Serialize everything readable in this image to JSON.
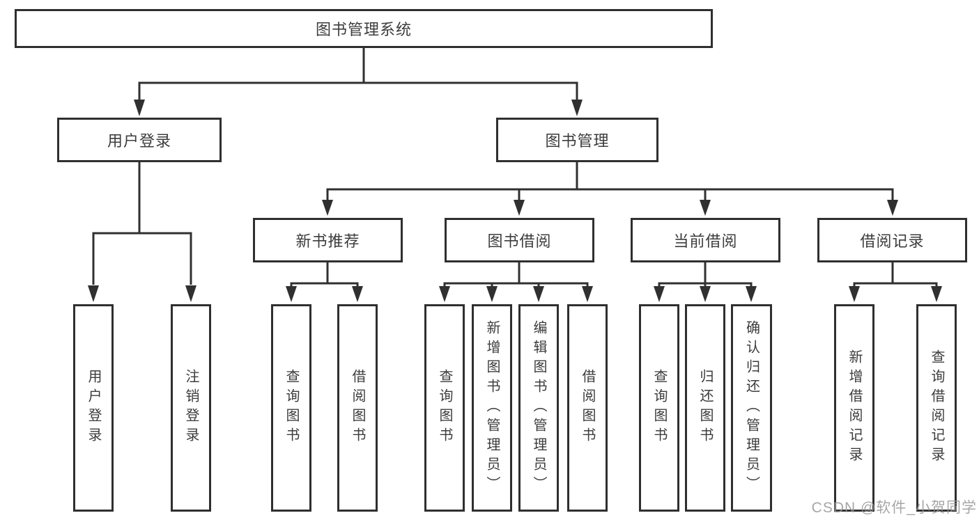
{
  "diagram": {
    "title": "图书管理系统",
    "branches": [
      {
        "label": "用户登录",
        "leaves": [
          "用户登录",
          "注销登录"
        ]
      },
      {
        "label": "图书管理",
        "groups": [
          {
            "label": "新书推荐",
            "leaves": [
              "查询图书",
              "借阅图书"
            ]
          },
          {
            "label": "图书借阅",
            "leaves": [
              "查询图书",
              "新增图书（管理员）",
              "编辑图书（管理员）",
              "借阅图书"
            ]
          },
          {
            "label": "当前借阅",
            "leaves": [
              "查询图书",
              "归还图书",
              "确认归还（管理员）"
            ]
          },
          {
            "label": "借阅记录",
            "leaves": [
              "新增借阅记录",
              "查询借阅记录"
            ]
          }
        ]
      }
    ],
    "colors": {
      "line": "#303030",
      "box_border": "#2f2f2f",
      "text": "#3c3c3c",
      "background": "#ffffff",
      "watermark": "#969696"
    }
  },
  "watermark": {
    "text": "CSDN @软件_小贺同学"
  }
}
